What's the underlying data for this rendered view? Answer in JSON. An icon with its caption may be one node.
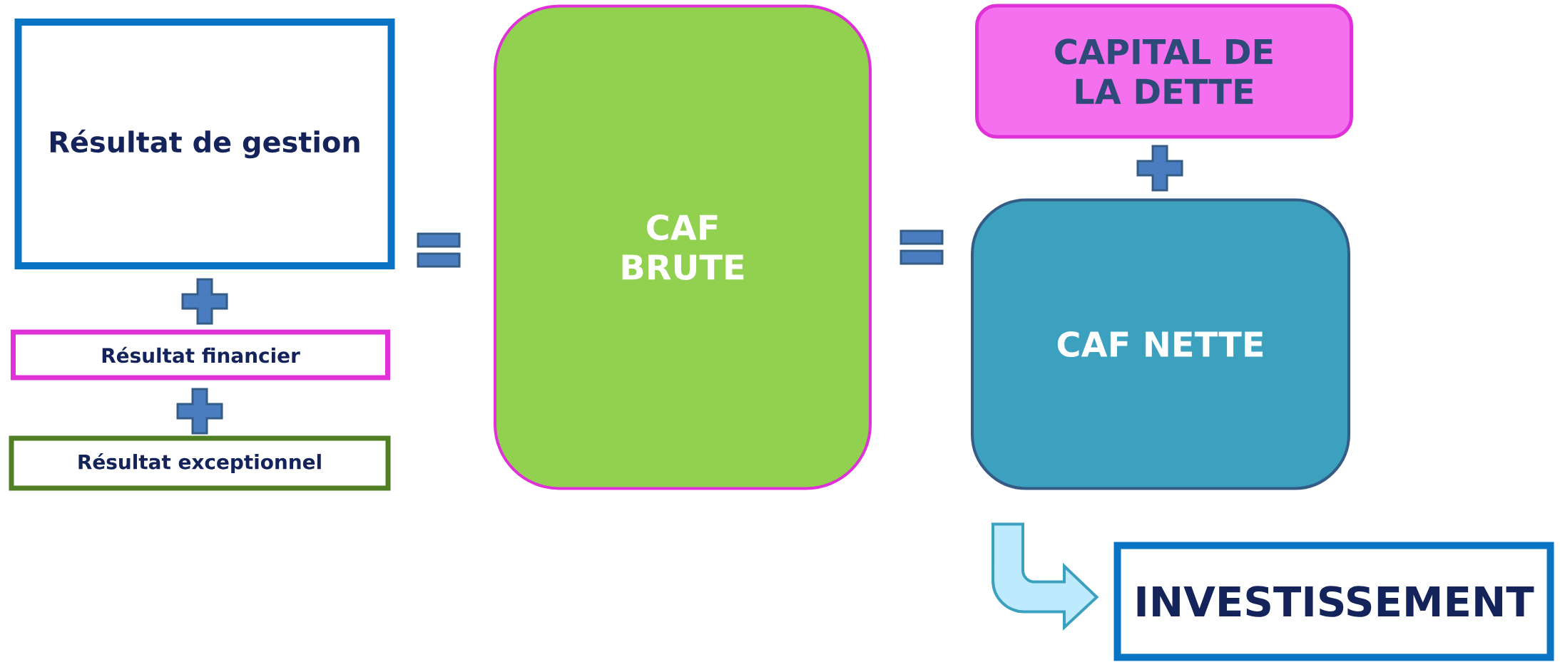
{
  "diagram": {
    "nodes": [
      {
        "text": [
          "Résultat de gestion"
        ]
      },
      {
        "text": [
          "Résultat financier"
        ]
      },
      {
        "text": [
          "Résultat exceptionnel"
        ]
      },
      {
        "text": [
          "CAF BRUTE"
        ]
      },
      {
        "text": [
          "CAPITAL DE LA DETTE"
        ]
      },
      {
        "text": [
          "CAF NETTE"
        ]
      },
      {
        "text": [
          "INVESTISSEMENT"
        ]
      }
    ],
    "edges": [
      {
        "from": 5,
        "to": 6,
        "arrow": "to"
      }
    ]
  }
}
